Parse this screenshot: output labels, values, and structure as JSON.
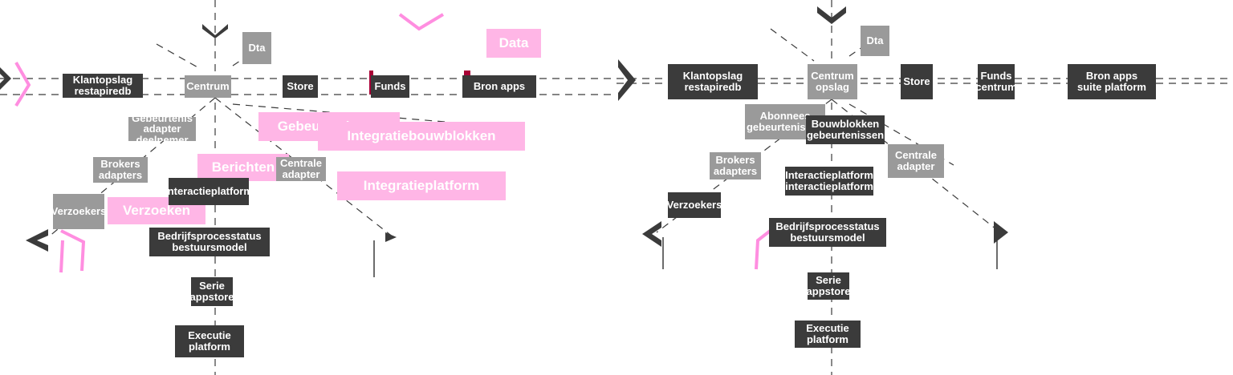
{
  "colors": {
    "dark_box": "#3b3b3b",
    "grey_box": "#9a9a9a",
    "pink_box": "#ffb6e6",
    "accent": "#a80036",
    "connector": "#3b3b3b",
    "pink_chevron": "#ff8ee0"
  },
  "left": {
    "nodes": {
      "klantopslag": "Klantopslag\nrestapiredb",
      "centrum": "Centrum",
      "dta": "Dta",
      "data_top": "Data",
      "store": "Store",
      "funds": "Funds",
      "bron_apps": "Bron apps",
      "gebeurtenissen": "Gebeurtenissen",
      "integratiebouwblokken": "Integratiebouwblokken",
      "gebeurtenis_adapter": "Gebeurtenis\nadapter deelnemer",
      "berichten": "Berichten",
      "centrale_adapter": "Centrale adapter",
      "integratieplatform": "Integratieplatform",
      "brokers": "Brokers\nadapters",
      "verzoeken": "Verzoeken",
      "verzoekers": "Verzoekers",
      "interactieplatform": "Interactieplatform",
      "bedrijfsprocessen": "Bedrijfsprocesstatus\nbestuursmodel",
      "serie": "Serie\nappstore",
      "executie": "Executie\nplatform"
    }
  },
  "right": {
    "nodes": {
      "klantopslag": "Klantopslag\nrestapiredb",
      "dta": "Dta",
      "centrum": "Centrum\nopslag",
      "store": "Store",
      "funds": "Funds\ncentrum",
      "bron_apps": "Bron apps\nsuite platform",
      "abonnees": "Abonnees\ngebeurtenissen",
      "bouwblokken": "Bouwblokken\ngebeurtenissen",
      "brokers": "Brokers\nadapters",
      "centrale": "Centrale\nadapter",
      "interactieplatform": "Interactieplatform\ninteractieplatform",
      "verzoekers": "Verzoekers",
      "bedrijfsprocessen": "Bedrijfsprocesstatus\nbestuursmodel",
      "serie": "Serie\nappstore",
      "executie": "Executie\nplatform"
    }
  }
}
